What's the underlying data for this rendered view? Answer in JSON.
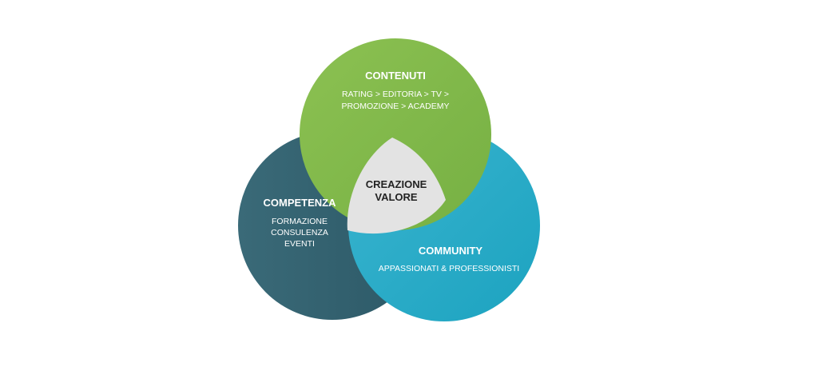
{
  "colors": {
    "green": "#76b043",
    "green_light": "#8cc152",
    "teal_dark": "#2c5866",
    "teal_dark_light": "#3a6a78",
    "blue": "#1ca3c0",
    "blue_light": "#3ab4cf",
    "center": "#e3e3e3",
    "center_text": "#222222"
  },
  "sets": {
    "contenuti": {
      "title": "CONTENUTI",
      "line1": "RATING > EDITORIA > TV >",
      "line2": "PROMOZIONE > ACADEMY"
    },
    "competenza": {
      "title": "COMPETENZA",
      "line1": "FORMAZIONE",
      "line2": "CONSULENZA",
      "line3": "EVENTI"
    },
    "community": {
      "title": "COMMUNITY",
      "line1": "APPASSIONATI & PROFESSIONISTI"
    }
  },
  "center": {
    "line1": "CREAZIONE",
    "line2": "VALORE"
  }
}
